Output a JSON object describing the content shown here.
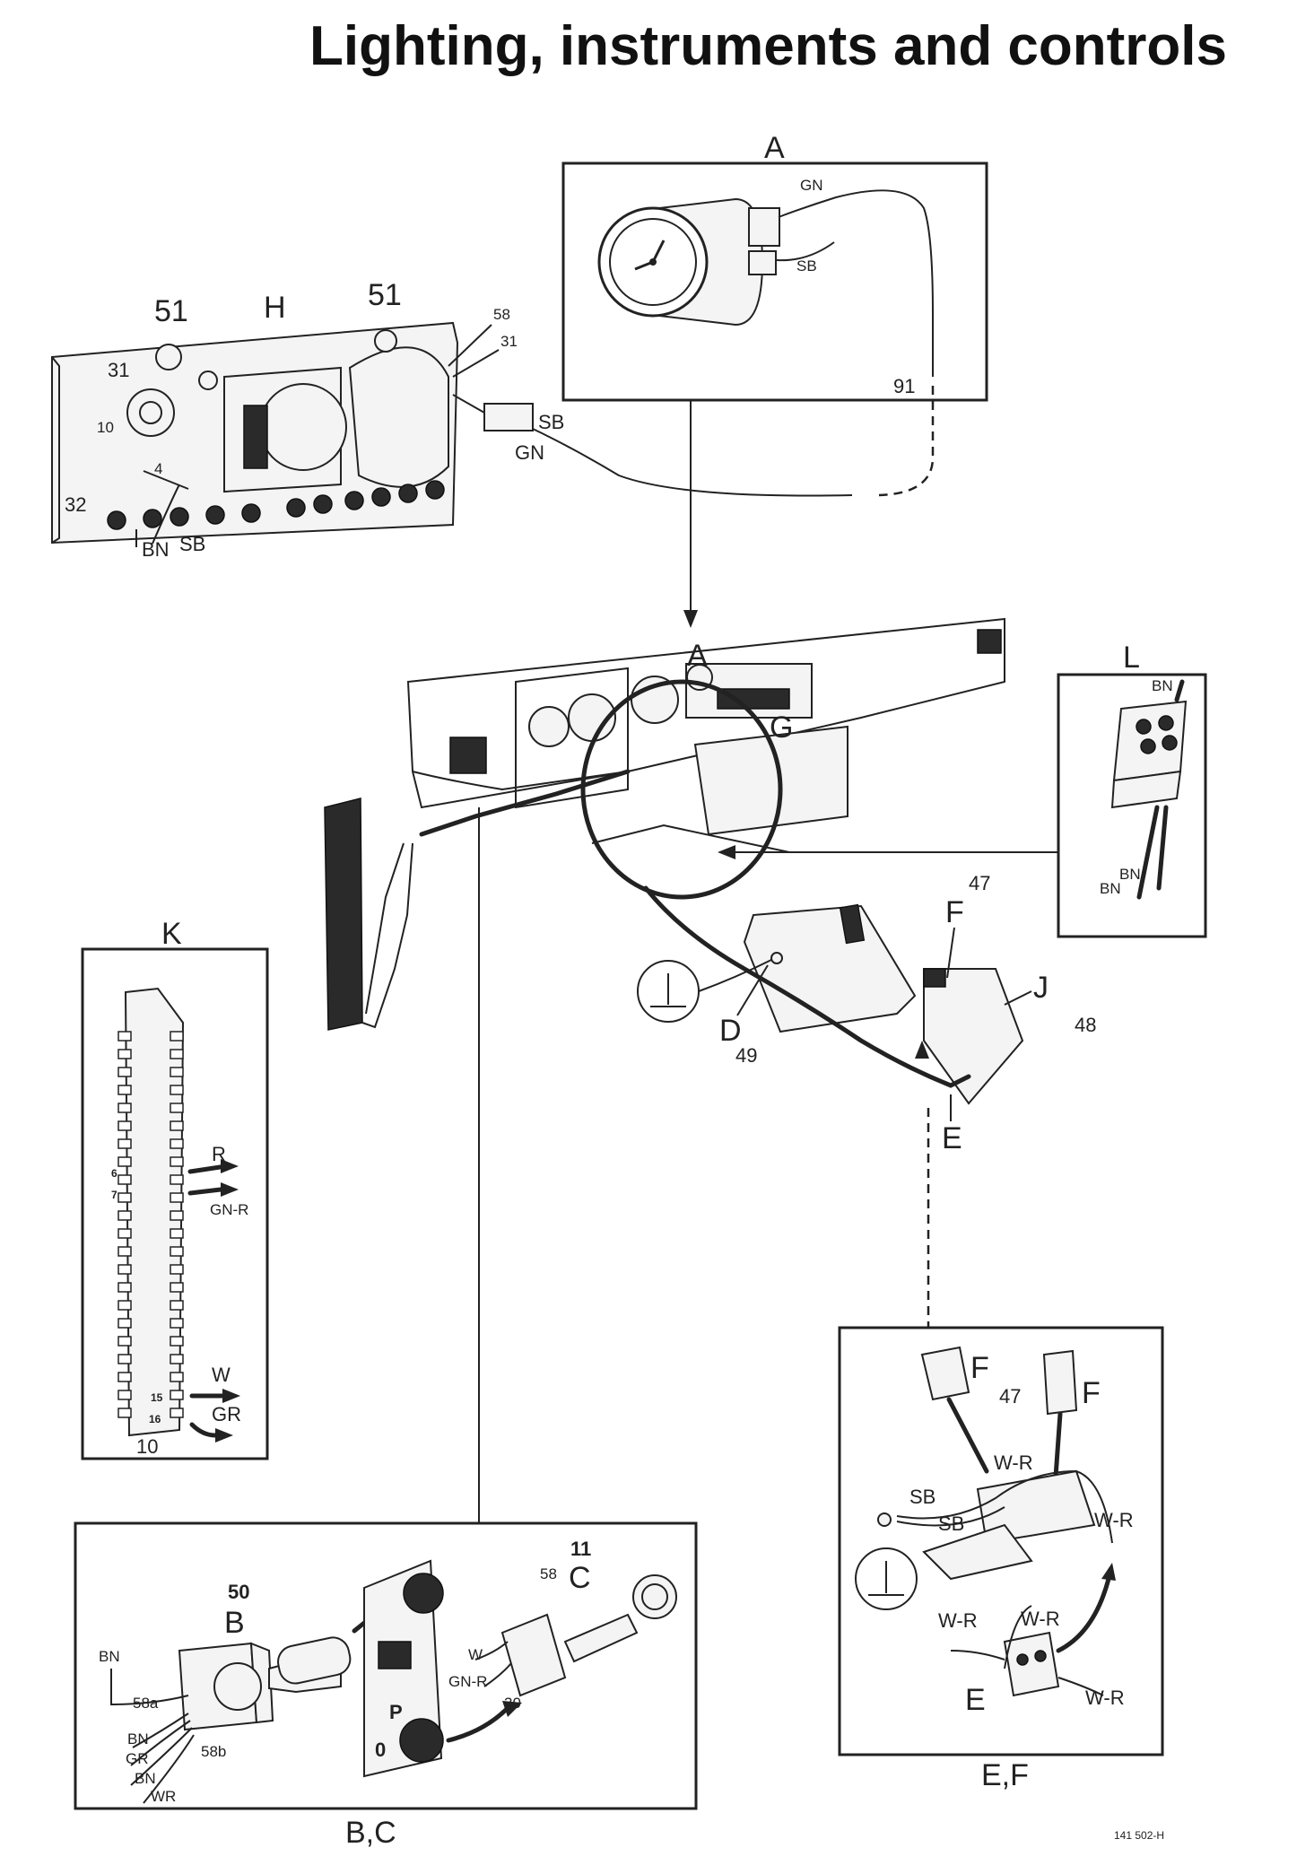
{
  "title": "Lighting, instruments and controls",
  "figure_ref": "141 502-H",
  "panels": {
    "a": {
      "label": "A",
      "wire_top": "GN",
      "wire_bottom": "SB",
      "ref": "91"
    },
    "h": {
      "label": "H",
      "num_51_left": "51",
      "num_51_right": "51",
      "num_58": "58",
      "num_31_right": "31",
      "num_31_left": "31",
      "num_10": "10",
      "num_4": "4",
      "num_32": "32",
      "wire_bn": "BN",
      "wire_sb": "SB",
      "conn_sb": "SB",
      "conn_gn": "GN"
    },
    "l": {
      "label": "L",
      "wire_top": "BN",
      "wire_mid": "BN",
      "wire_bottom": "BN"
    },
    "dash": {
      "label_a": "A",
      "label_g": "G",
      "num_47": "47",
      "label_f": "F",
      "label_j": "J",
      "num_48": "48",
      "label_d": "D",
      "num_49": "49",
      "label_e": "E"
    },
    "k": {
      "label": "K",
      "pin_6": "6",
      "pin_7": "7",
      "pin_15": "15",
      "pin_16": "16",
      "wire_r": "R",
      "wire_gnr": "GN-R",
      "wire_w": "W",
      "wire_gr": "GR",
      "num_10": "10"
    },
    "bc": {
      "caption": "B,C",
      "num_50": "50",
      "label_b": "B",
      "num_11": "11",
      "label_c": "C",
      "num_58": "58",
      "num_30": "30",
      "wire_bn_top": "BN",
      "term_58a": "58a",
      "wire_bn": "BN",
      "wire_gr": "GR",
      "wire_bn2": "BN",
      "wire_wr": "WR",
      "term_58b": "58b",
      "wire_w": "W",
      "wire_gnr": "GN-R",
      "knob_p": "P",
      "knob_0": "0"
    },
    "ef": {
      "caption": "E,F",
      "label_f_left": "F",
      "num_47": "47",
      "label_f_right": "F",
      "wire_wr_top": "W-R",
      "wire_sb_1": "SB",
      "wire_sb_2": "SB",
      "wire_wr_right": "W-R",
      "wire_wr_left": "W-R",
      "wire_wr_mid": "W-R",
      "label_e": "E",
      "wire_wr_bottom": "W-R"
    }
  }
}
